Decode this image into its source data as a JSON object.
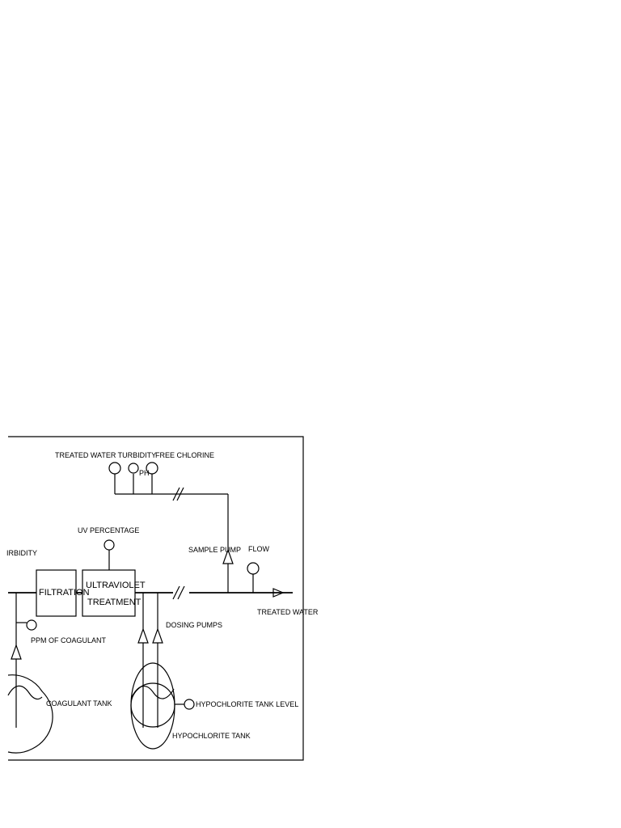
{
  "labels": {
    "treated_water_turbidity": "TREATED WATER  TURBIDITY",
    "ph": "PH",
    "free_chlorine": "FREE CHLORINE",
    "uv_percentage": "UV PERCENTAGE",
    "turbidity_partial": "IRBIDITY",
    "sample_pump": "SAMPLE PUMP",
    "flow": "FLOW",
    "filtration": "FILTRATION",
    "ultraviolet": "ULTRAVIOLET",
    "treatment": "TREATMENT",
    "treated_water": "TREATED WATER",
    "dosing_pumps": "DOSING PUMPS",
    "ppm_of_coagulant": "PPM OF COAGULANT",
    "coagulant_tank": "COAGULANT TANK",
    "hypochlorite_tank_level": "HYPOCHLORITE TANK LEVEL",
    "hypochlorite_tank": "HYPOCHLORITE TANK"
  }
}
